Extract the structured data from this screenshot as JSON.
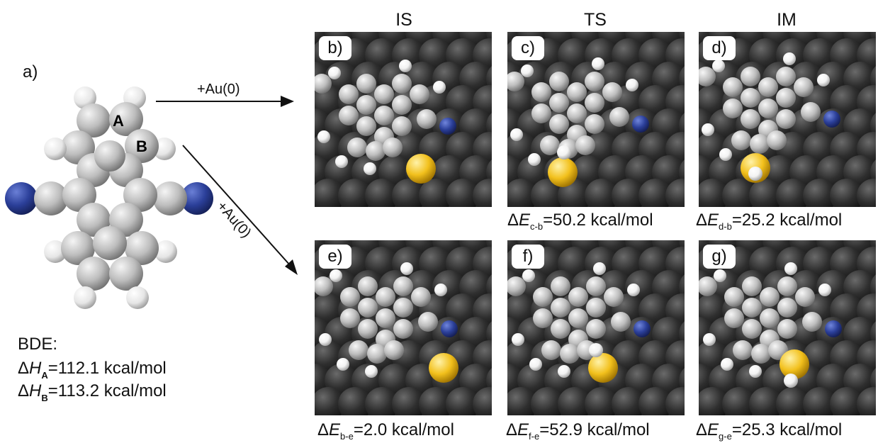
{
  "columns": {
    "is": "IS",
    "ts": "TS",
    "im": "IM"
  },
  "panel_a": {
    "label": "a)",
    "atom_a": "A",
    "atom_b": "B"
  },
  "arrows": {
    "upper": "+Au(0)",
    "lower": "+Au(0)"
  },
  "bde": {
    "title": "BDE:",
    "h_a": {
      "delta": "Δ",
      "var": "H",
      "sub": "A",
      "value": "=112.1 kcal/mol"
    },
    "h_b": {
      "delta": "Δ",
      "var": "H",
      "sub": "B",
      "value": "=113.2 kcal/mol"
    }
  },
  "panels": {
    "b": {
      "label": "b)"
    },
    "c": {
      "label": "c)"
    },
    "d": {
      "label": "d)"
    },
    "e": {
      "label": "e)"
    },
    "f": {
      "label": "f)"
    },
    "g": {
      "label": "g)"
    }
  },
  "energies": {
    "c": {
      "delta": "Δ",
      "var": "E",
      "sub": "c-b",
      "value": "=50.2 kcal/mol"
    },
    "d": {
      "delta": "Δ",
      "var": "E",
      "sub": "d-b",
      "value": "=25.2 kcal/mol"
    },
    "e": {
      "delta": "Δ",
      "var": "E",
      "sub": "b-e",
      "value": "=2.0 kcal/mol"
    },
    "f": {
      "delta": "Δ",
      "var": "E",
      "sub": "f-e",
      "value": "=52.9 kcal/mol"
    },
    "g": {
      "delta": "Δ",
      "var": "E",
      "sub": "g-e",
      "value": "=25.3 kcal/mol"
    }
  },
  "colors": {
    "carbon": "#bdbdbd",
    "hydrogen": "#f2f2f2",
    "nitrogen": "#2b3f99",
    "gold": "#f2c01c",
    "surface": "#2a2a2a"
  }
}
